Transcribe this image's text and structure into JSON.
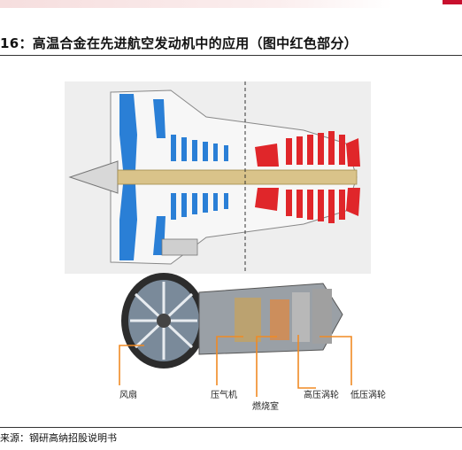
{
  "figure": {
    "title": "16：高温合金在先进航空发动机中的应用（图中红色部分）",
    "source": "来源：钢研高纳招股说明书"
  },
  "engine_labels": {
    "fan": "风扇",
    "compressor": "压气机",
    "combustor": "燃烧室",
    "hp_turbine": "高压涡轮",
    "lp_turbine": "低压涡轮"
  },
  "colors": {
    "superalloy_red": "#e0262a",
    "other_blue": "#2a7fd6",
    "callout_orange": "#f08a24"
  }
}
